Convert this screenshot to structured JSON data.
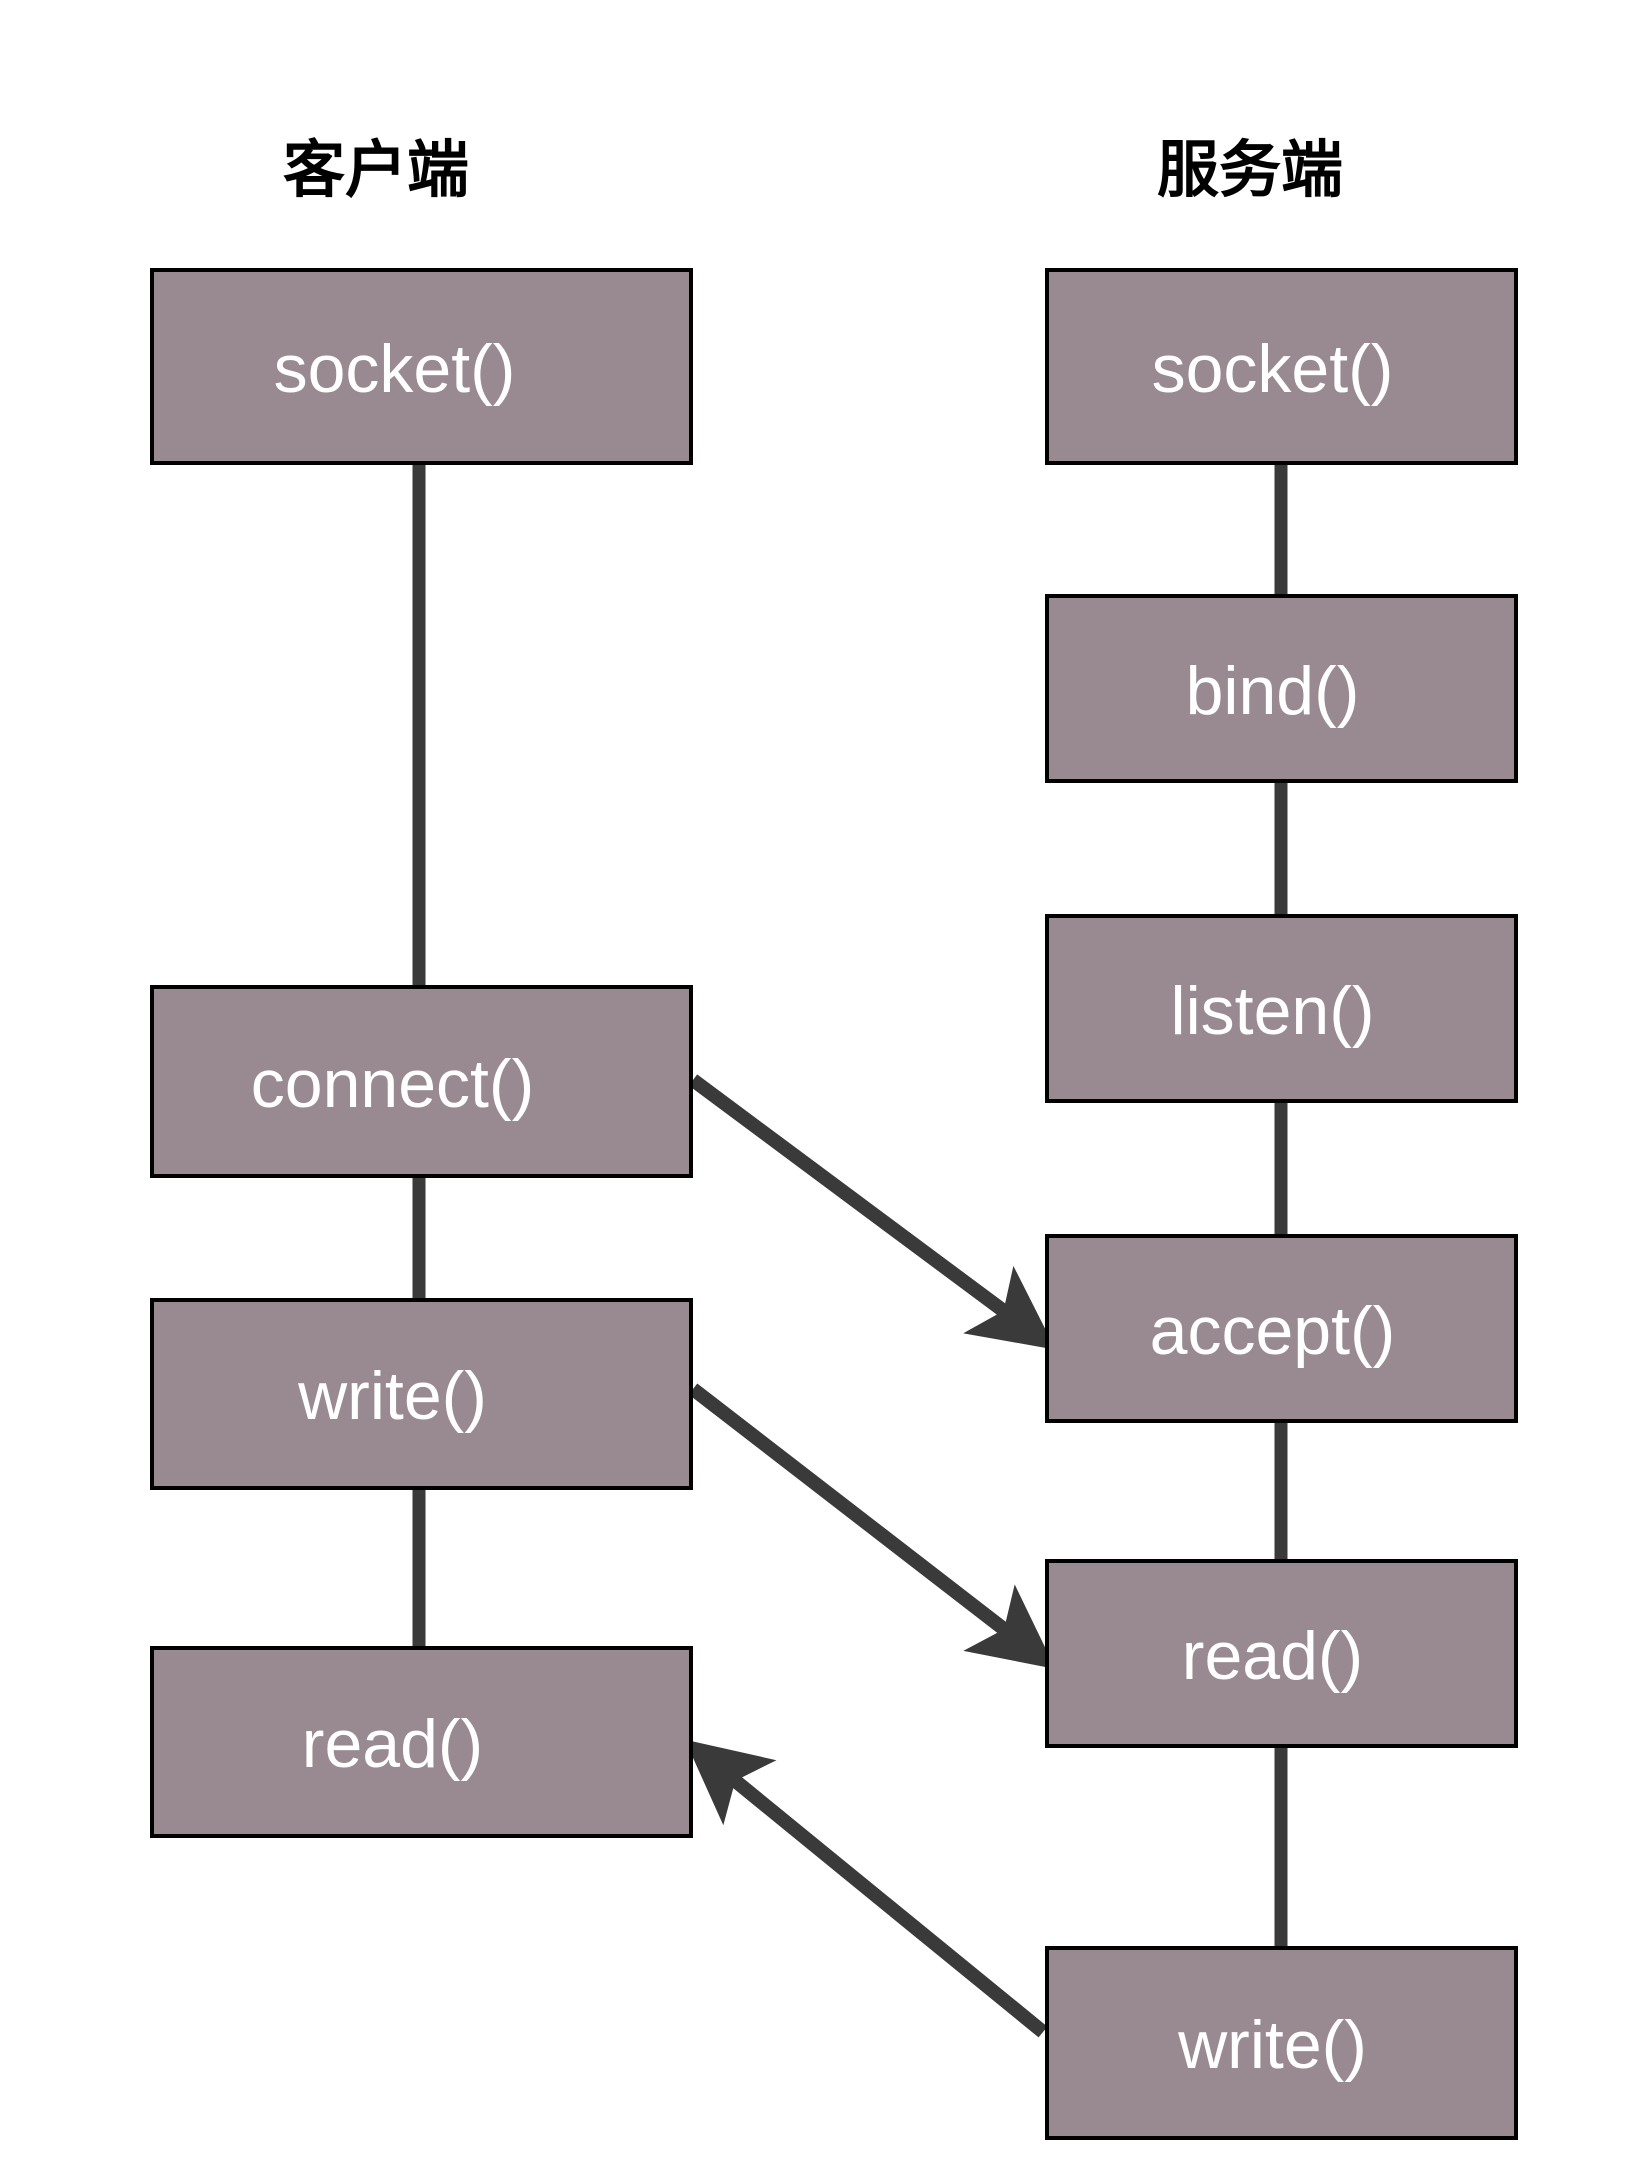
{
  "diagram": {
    "title_client": "客户端",
    "title_server": "服务端",
    "colors": {
      "node_fill": "#998A91",
      "node_border": "#000000",
      "connector": "#3A3A3A",
      "label_text": "#FFFFFF",
      "title_text": "#000000",
      "background": "#FFFFFF"
    },
    "columns": [
      {
        "id": "client",
        "title": "客户端",
        "nodes": [
          {
            "id": "client-socket",
            "label": "socket()"
          },
          {
            "id": "client-connect",
            "label": "connect()"
          },
          {
            "id": "client-write",
            "label": "write()"
          },
          {
            "id": "client-read",
            "label": "read()"
          }
        ]
      },
      {
        "id": "server",
        "title": "服务端",
        "nodes": [
          {
            "id": "server-socket",
            "label": "socket()"
          },
          {
            "id": "server-bind",
            "label": "bind()"
          },
          {
            "id": "server-listen",
            "label": "listen()"
          },
          {
            "id": "server-accept",
            "label": "accept()"
          },
          {
            "id": "server-read",
            "label": "read()"
          },
          {
            "id": "server-write",
            "label": "write()"
          }
        ]
      }
    ],
    "cross_arrows": [
      {
        "from": "client-connect",
        "to": "server-accept",
        "direction": "client-to-server"
      },
      {
        "from": "client-write",
        "to": "server-read",
        "direction": "client-to-server"
      },
      {
        "from": "server-write",
        "to": "client-read",
        "direction": "server-to-client"
      }
    ]
  }
}
